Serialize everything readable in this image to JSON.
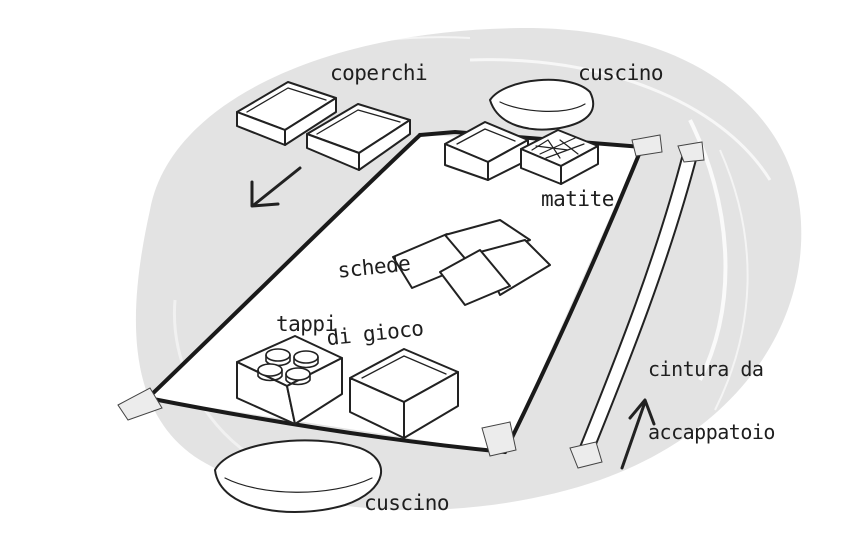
{
  "labels": {
    "coperchi": "coperchi",
    "cuscino_top": "cuscino",
    "matite": "matite",
    "schede_line1": "schede",
    "schede_line2": "di gioco",
    "tappi": "tappi",
    "cintura_line1": "cintura da",
    "cintura_line2": "accappatoio",
    "cuscino_bottom": "cuscino"
  },
  "colors": {
    "background_blob": "#e3e3e3",
    "ink": "#222222",
    "paper": "#ffffff"
  }
}
